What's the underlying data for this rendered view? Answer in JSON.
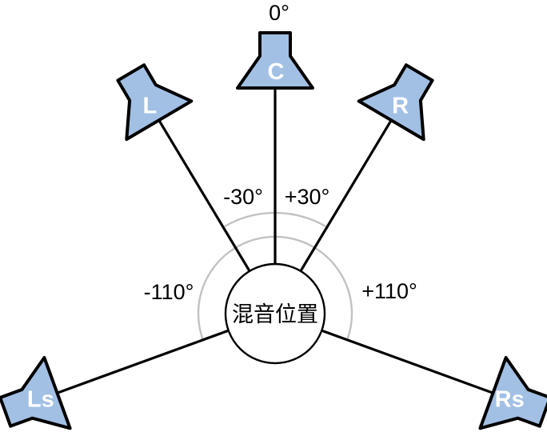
{
  "diagram": {
    "center_label": "混音位置",
    "speakers": [
      {
        "id": "C",
        "label": "C",
        "angle_label": "0°",
        "angle_deg": 0
      },
      {
        "id": "L",
        "label": "L",
        "angle_label": "-30°",
        "angle_deg": -30
      },
      {
        "id": "R",
        "label": "R",
        "angle_label": "+30°",
        "angle_deg": 30
      },
      {
        "id": "Ls",
        "label": "Ls",
        "angle_label": "-110°",
        "angle_deg": -110
      },
      {
        "id": "Rs",
        "label": "Rs",
        "angle_label": "+110°",
        "angle_deg": 110
      }
    ],
    "colors": {
      "speaker_fill": "#a2c0e4",
      "speaker_stroke": "#000000",
      "speaker_letter": "#ffffff",
      "line": "#000000",
      "arc": "#c2c2c2",
      "circle_fill": "#ffffff",
      "circle_stroke": "#000000",
      "label_text": "#000000"
    }
  }
}
